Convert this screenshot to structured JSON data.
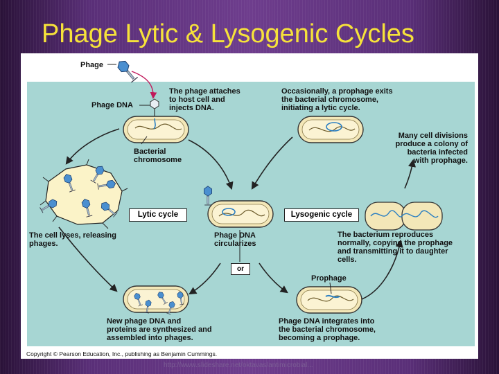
{
  "title": "Phage Lytic & Lysogenic Cycles",
  "labels": {
    "phage": "Phage",
    "phage_dna": "Phage DNA",
    "attaches": "The phage attaches\nto host cell and\ninjects DNA.",
    "bacterial_chromosome": "Bacterial\nchromosome",
    "prophage_exits": "Occasionally, a prophage exits\nthe bacterial chromosome,\ninitiating a lytic cycle.",
    "many_divisions": "Many cell divisions\nproduce a colony of\nbacteria infected\nwith prophage.",
    "lytic_cycle": "Lytic cycle",
    "lysogenic_cycle": "Lysogenic cycle",
    "cell_lyses": "The cell lyses, releasing\nphages.",
    "circularizes": "Phage DNA\ncircularizes",
    "reproduces": "The bacterium reproduces\nnormally, copying the prophage\nand transmitting it to daughter\ncells.",
    "or": "or",
    "prophage": "Prophage",
    "synthesized": "New phage DNA and\nproteins are synthesized and\nassembled into phages.",
    "integrates": "Phage DNA integrates into\nthe bacterial chromosome,\nbecoming a prophage."
  },
  "copyright": "Copyright © Pearson Education, Inc., publishing as Benjamin Cummings.",
  "footer_url": "http://www.slideshare.net/oktavas/antimicrobial..."
}
